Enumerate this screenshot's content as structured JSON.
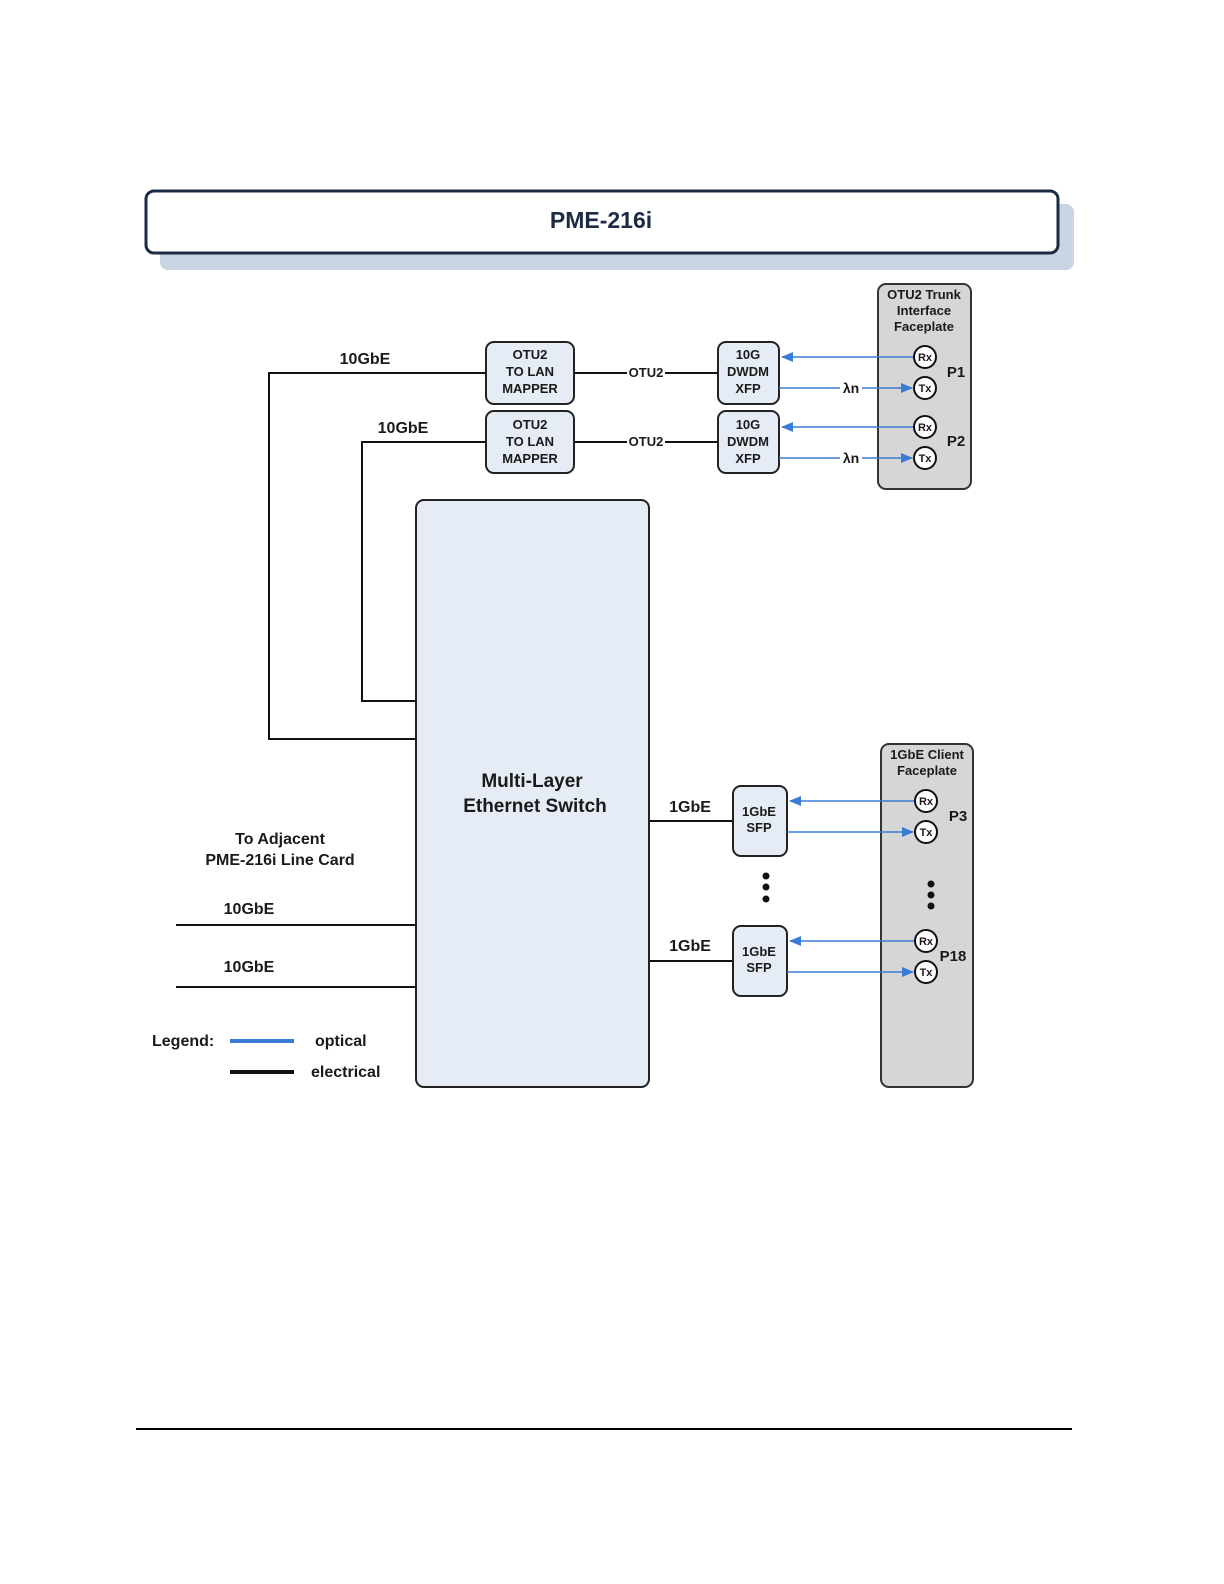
{
  "title": "PME-216i",
  "colors": {
    "optical": "#3a7bd5",
    "electrical": "#111111",
    "block_fill": "#e6ecf5",
    "faceplate_fill": "#d6d6d6",
    "title_border": "#1c2b45",
    "title_shadow": "#c9d5e3",
    "title_text": "#1c2b45"
  },
  "mappers": [
    {
      "label": [
        "OTU2",
        "TO LAN",
        "MAPPER"
      ],
      "ethernet_label": "10GbE",
      "otu_label": "OTU2"
    },
    {
      "label": [
        "OTU2",
        "TO LAN",
        "MAPPER"
      ],
      "ethernet_label": "10GbE",
      "otu_label": "OTU2"
    }
  ],
  "xfps": [
    {
      "label": [
        "10G",
        "DWDM",
        "XFP"
      ],
      "lambda_label": "λn"
    },
    {
      "label": [
        "10G",
        "DWDM",
        "XFP"
      ],
      "lambda_label": "λn"
    }
  ],
  "trunk_faceplate": {
    "title": [
      "OTU2 Trunk",
      "Interface",
      "Faceplate"
    ],
    "ports": [
      {
        "name": "P1",
        "rx": "Rx",
        "tx": "Tx"
      },
      {
        "name": "P2",
        "rx": "Rx",
        "tx": "Tx"
      }
    ]
  },
  "switch": {
    "label": [
      "Multi-Layer",
      "Ethernet Switch"
    ]
  },
  "sfps": [
    {
      "label": [
        "1GbE",
        "SFP"
      ],
      "link_label": "1GbE"
    },
    {
      "label": [
        "1GbE",
        "SFP"
      ],
      "link_label": "1GbE"
    }
  ],
  "client_faceplate": {
    "title": [
      "1GbE Client",
      "Faceplate"
    ],
    "ports": [
      {
        "name": "P3",
        "rx": "Rx",
        "tx": "Tx"
      },
      {
        "name": "P18",
        "rx": "Rx",
        "tx": "Tx"
      }
    ]
  },
  "adjacent": {
    "title": [
      "To Adjacent",
      "PME-216i Line Card"
    ],
    "links": [
      "10GbE",
      "10GbE"
    ]
  },
  "legend": {
    "label": "Legend:",
    "items": [
      {
        "name": "optical",
        "type": "optical"
      },
      {
        "name": "electrical",
        "type": "electrical"
      }
    ]
  }
}
